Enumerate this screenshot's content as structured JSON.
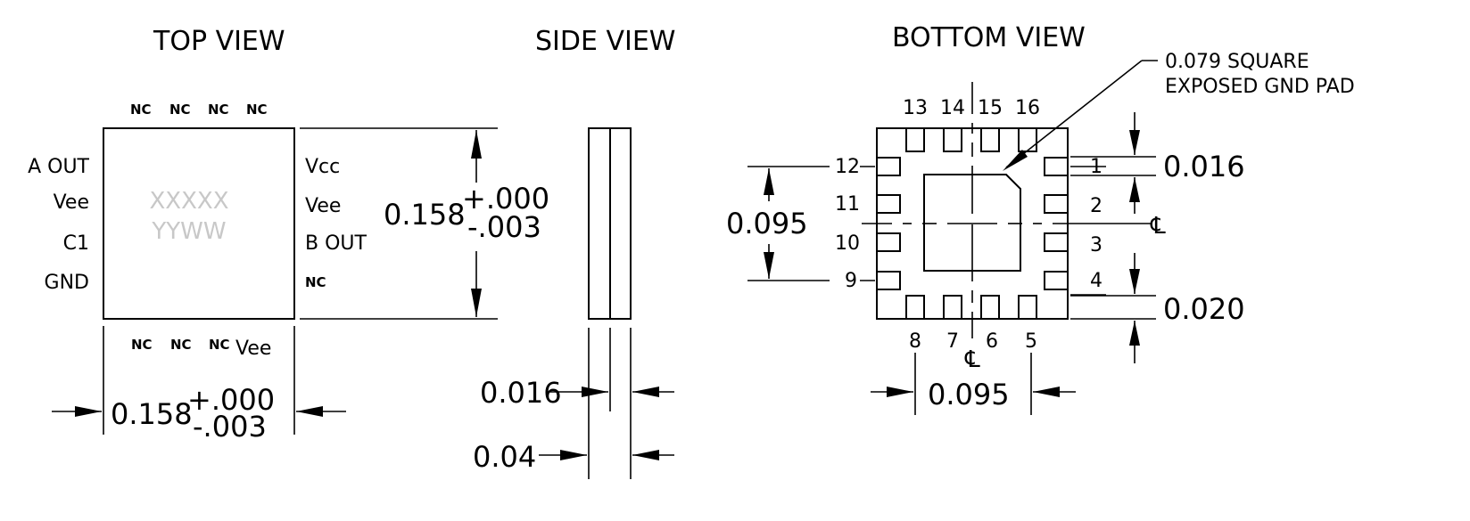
{
  "views": {
    "top_title": "TOP VIEW",
    "side_title": "SIDE VIEW",
    "bottom_title": "BOTTOM VIEW"
  },
  "top": {
    "top_pins": [
      "NC",
      "NC",
      "NC",
      "NC"
    ],
    "left_pins": [
      "A OUT",
      "Vee",
      "C1",
      "GND"
    ],
    "right_pins": [
      "Vcc",
      "Vee",
      "B OUT",
      "NC"
    ],
    "bottom_pins": [
      "NC",
      "NC",
      "NC",
      "Vee"
    ],
    "marking_line1": "XXXXX",
    "marking_line2": "YYWW",
    "height_dim": "0.158",
    "height_tol_plus": "+.000",
    "height_tol_minus": "-.003",
    "width_dim": "0.158",
    "width_tol_plus": "+.000",
    "width_tol_minus": "-.003"
  },
  "side": {
    "dim_upper": "0.016",
    "dim_lower": "0.04"
  },
  "bottom": {
    "pad_note_line1": "0.079 SQUARE",
    "pad_note_line2": "EXPOSED GND PAD",
    "top_pins": [
      "13",
      "14",
      "15",
      "16"
    ],
    "right_pins": [
      "1",
      "2",
      "3",
      "4"
    ],
    "bottom_pins": [
      "8",
      "7",
      "6",
      "5"
    ],
    "left_pins": [
      "12",
      "11",
      "10",
      "9"
    ],
    "pitch_dim_vertical": "0.095",
    "pitch_dim_horizontal": "0.095",
    "pad_width_dim": "0.016",
    "pad_length_dim": "0.020",
    "centerline_symbol": "℄"
  },
  "colors": {
    "line": "#000000",
    "marking": "#c8c8c8",
    "background": "#ffffff"
  }
}
